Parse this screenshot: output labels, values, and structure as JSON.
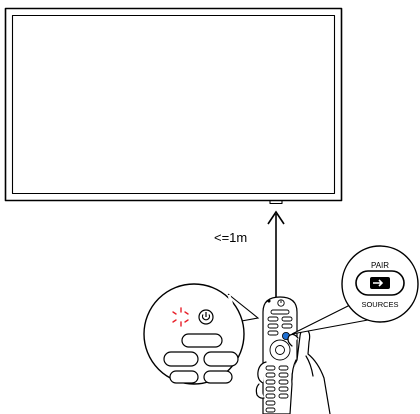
{
  "diagram": {
    "distance_label": "<=1m",
    "pair_label": "PAIR",
    "sources_label": "SOURCES"
  },
  "colors": {
    "line": "#000000",
    "indicator": "#e8202a",
    "highlight_button": "#1f6fd1",
    "background": "#ffffff"
  },
  "icons": [
    "power-icon",
    "source-input-icon",
    "microphone-icon"
  ]
}
